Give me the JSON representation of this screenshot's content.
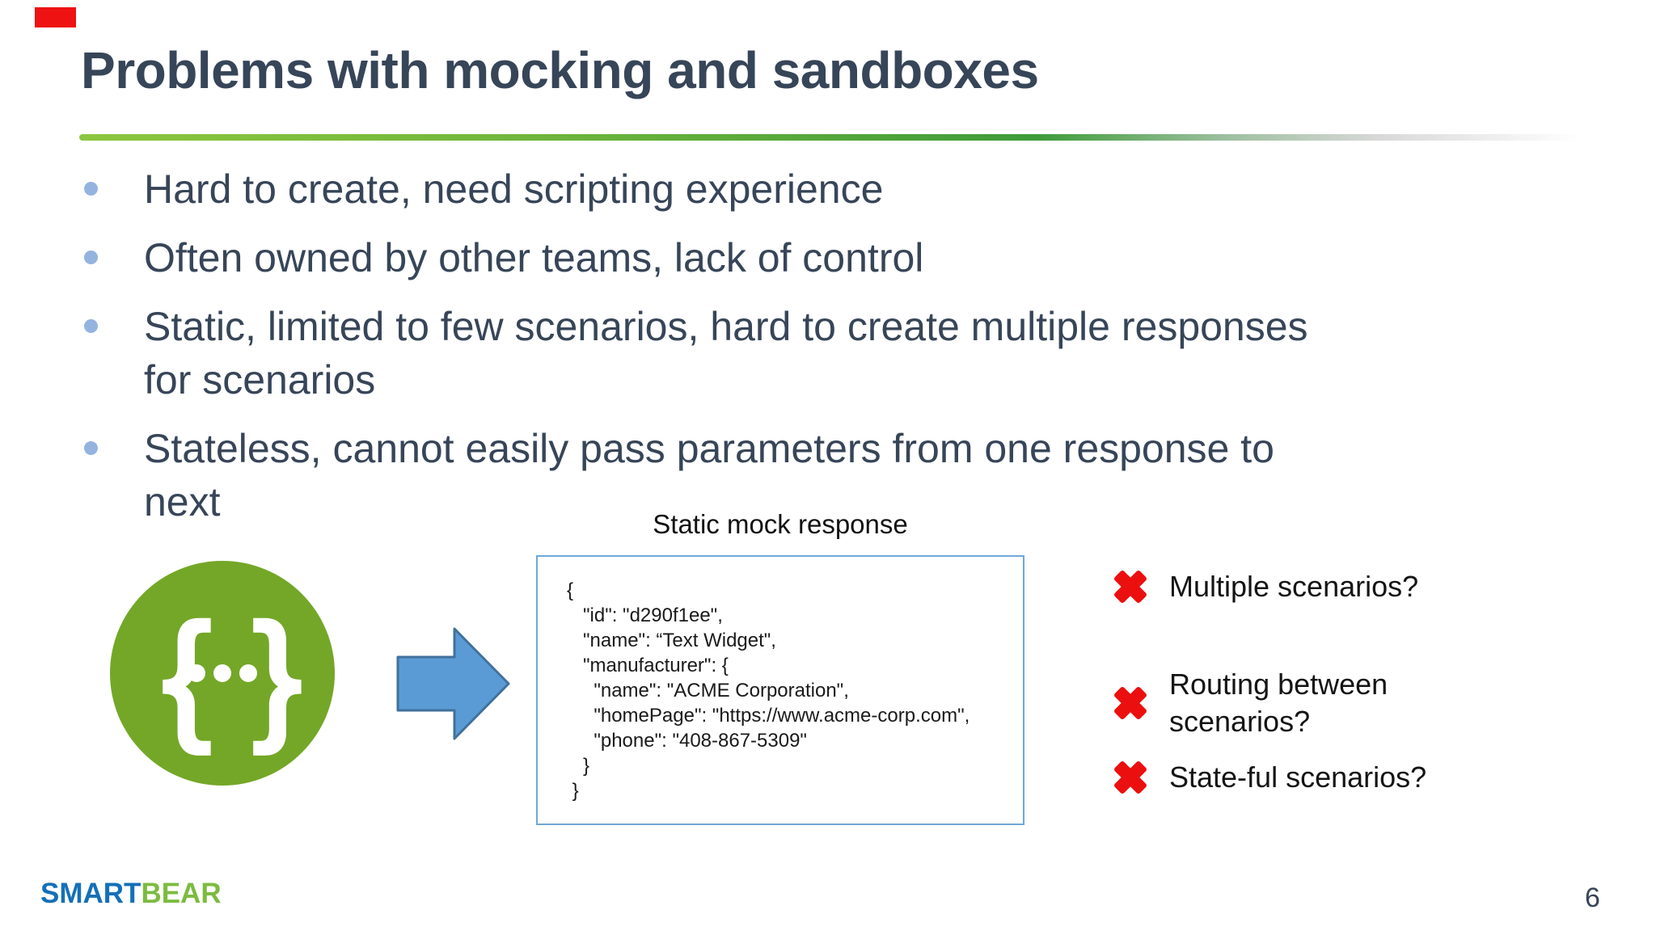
{
  "slide": {
    "title": "Problems with mocking and sandboxes",
    "bullets": [
      "Hard to create, need scripting experience",
      "Often owned by other teams, lack of control",
      "Static, limited to few scenarios, hard to create multiple responses\nfor scenarios",
      "Stateless, cannot easily pass parameters from one response to\nnext"
    ],
    "mock": {
      "label": "Static mock response",
      "json_lines": [
        "{",
        "   \"id\": \"d290f1ee\",",
        "   \"name\": “Text Widget\",",
        "   \"manufacturer\": {",
        "     \"name\": \"ACME Corporation\",",
        "     \"homePage\": \"https://www.acme-corp.com\",",
        "     \"phone\": \"408-867-5309\"",
        "   }",
        " }"
      ]
    },
    "issues": [
      {
        "label": "Multiple scenarios?"
      },
      {
        "label": "Routing between\nscenarios?"
      },
      {
        "label": "State-ful scenarios?"
      }
    ],
    "logo": {
      "smart": "SMART",
      "bear": "BEAR"
    },
    "page_number": "6",
    "colors": {
      "title_text": "#374558",
      "bullet_dot": "#94b3df",
      "divider_green_start": "#8cc63e",
      "divider_green_end": "#3f9c3a",
      "swagger_green": "#74a727",
      "arrow_fill": "#5b9bd5",
      "arrow_stroke": "#41719c",
      "json_box_border": "#6fa8d6",
      "cross_red": "#ec0f0f",
      "logo_blue": "#1470b8",
      "logo_green": "#7cbb3f",
      "badge_red": "#ee1212"
    }
  }
}
